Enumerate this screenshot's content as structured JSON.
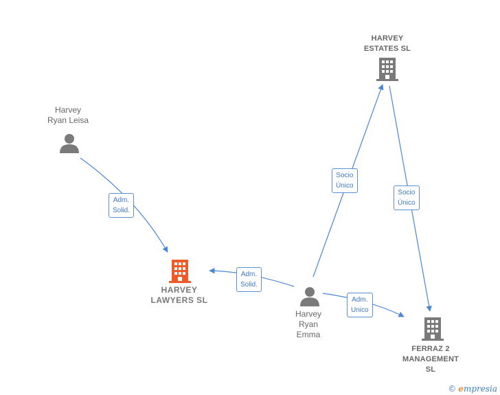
{
  "nodes": {
    "harvey_estates": {
      "lines": [
        "HARVEY",
        "ESTATES SL"
      ]
    },
    "harvey_ryan_leisa": {
      "lines": [
        "Harvey",
        "Ryan Leisa"
      ]
    },
    "harvey_lawyers": {
      "lines": [
        "HARVEY",
        "LAWYERS  SL"
      ]
    },
    "harvey_ryan_emma": {
      "lines": [
        "Harvey",
        "Ryan",
        "Emma"
      ]
    },
    "ferraz_2": {
      "lines": [
        "FERRAZ 2",
        "MANAGEMENT",
        "SL"
      ]
    }
  },
  "edges": {
    "leisa_to_lawyers": {
      "lines": [
        "Adm.",
        "Solid."
      ]
    },
    "emma_to_lawyers": {
      "lines": [
        "Adm.",
        "Solid."
      ]
    },
    "emma_to_estates": {
      "lines": [
        "Socio",
        "Único"
      ]
    },
    "estates_to_ferraz": {
      "lines": [
        "Socio",
        "Único"
      ]
    },
    "emma_to_ferraz": {
      "lines": [
        "Adm.",
        "Unico"
      ]
    }
  },
  "colors": {
    "edge": "#4a86d6",
    "company_icon": "#7a7a7a",
    "highlight_icon": "#f05a28",
    "person_icon": "#7a7a7a"
  },
  "footer": {
    "copyright_symbol": "©",
    "brand_initial": "e",
    "brand_rest": "mpresia"
  }
}
